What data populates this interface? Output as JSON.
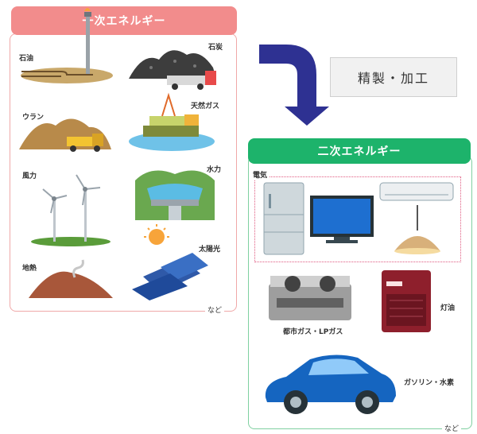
{
  "primary": {
    "title": "一次エネルギー",
    "items": {
      "oil": "石油",
      "coal": "石炭",
      "uranium": "ウラン",
      "natural_gas": "天然ガス",
      "wind": "風力",
      "hydro": "水力",
      "geothermal": "地熱",
      "solar": "太陽光"
    },
    "etc": "など"
  },
  "process": {
    "label": "精製・加工"
  },
  "secondary": {
    "title": "二次エネルギー",
    "items": {
      "electricity": "電気",
      "city_gas": "都市ガス・LPガス",
      "kerosene": "灯油",
      "gasoline": "ガソリン・水素"
    },
    "etc": "など"
  },
  "colors": {
    "primary_header": "#f28c8c",
    "secondary_header": "#1db36b",
    "arrow": "#2e3192"
  }
}
